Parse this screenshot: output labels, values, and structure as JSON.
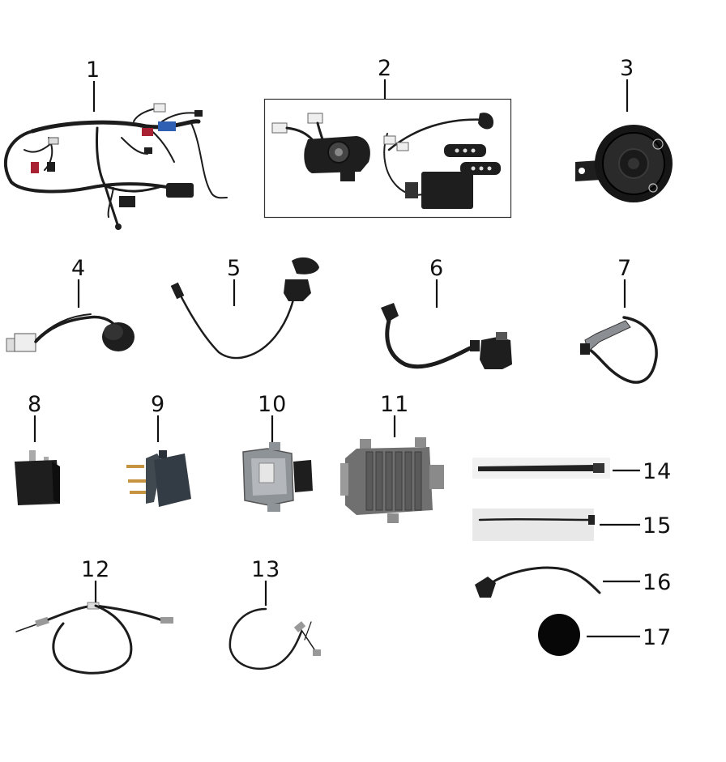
{
  "labels": [
    "1",
    "2",
    "3",
    "4",
    "5",
    "6",
    "7",
    "8",
    "9",
    "10",
    "11",
    "12",
    "13",
    "14",
    "15",
    "16",
    "17"
  ],
  "icons": {
    "1": "wiring-harness-icon",
    "2": "ignition-switch-lock-set-icon",
    "3": "horn-icon",
    "4": "starter-button-cable-icon",
    "5": "usb-socket-cable-icon",
    "6": "ignition-coil-icon",
    "7": "oxygen-sensor-icon",
    "8": "flasher-relay-icon",
    "9": "starter-relay-icon",
    "10": "ecu-icon",
    "11": "voltage-regulator-icon",
    "12": "throttle-cable-icon",
    "13": "seat-lock-cable-icon",
    "14": "cable-tie-long-icon",
    "15": "cable-tie-short-icon",
    "16": "sensor-cable-icon",
    "17": "rubber-cap-icon"
  },
  "colors": {
    "ink": "#111111",
    "part": "#1e1e1e",
    "metal": "#9a9ea2"
  }
}
